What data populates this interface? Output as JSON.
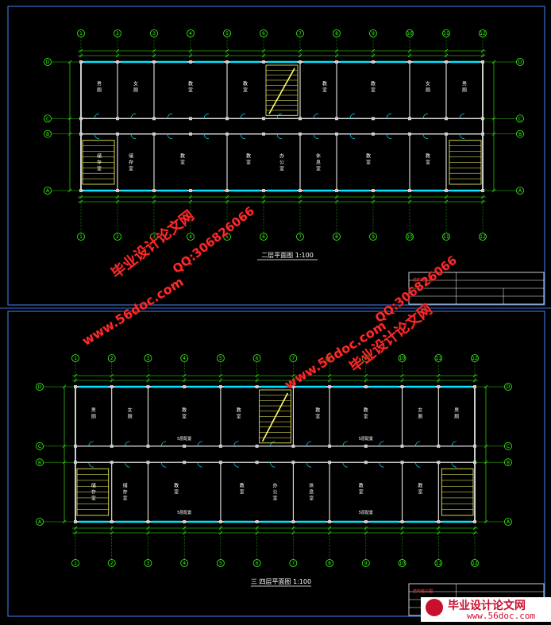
{
  "plans": [
    {
      "title": "二层平面图",
      "scale": "1:100",
      "axes_top": [
        "1",
        "2",
        "3",
        "4",
        "5",
        "6",
        "7",
        "8",
        "9",
        "10",
        "11",
        "12"
      ],
      "axes_side": [
        "D",
        "C",
        "B",
        "A"
      ],
      "rooms_top": [
        "男厕",
        "女厕",
        "教室",
        "教室",
        "教室",
        "教室",
        "女厕",
        "男厕"
      ],
      "rooms_bottom": [
        "储存室",
        "教室",
        "教室",
        "办公室",
        "休息室",
        "教室",
        "教室",
        "储存室"
      ]
    },
    {
      "title": "三 四层平面图",
      "scale": "1:100",
      "axes_top": [
        "1",
        "2",
        "3",
        "4",
        "5",
        "6",
        "7",
        "8",
        "9",
        "10",
        "11",
        "12"
      ],
      "axes_side": [
        "D",
        "C",
        "B",
        "A"
      ],
      "rooms_top": [
        "男厕",
        "女厕",
        "教室",
        "教室",
        "教室",
        "教室",
        "女厕",
        "男厕"
      ],
      "rooms_bottom": [
        "储存室",
        "教室",
        "教室",
        "办公室",
        "休息室",
        "教室",
        "教室",
        "储存室"
      ],
      "room_tag": "5层配置"
    }
  ],
  "title_block_text": "结构施工图",
  "watermarks": {
    "site": "毕业设计论文网",
    "url": "www.56doc.com",
    "qq": "QQ:306826066"
  },
  "footer": {
    "brand": "毕业设计论文网",
    "url": "www.56doc.com"
  },
  "colors": {
    "background": "#000000",
    "frame": "#3a6fd1",
    "wall": "#ffffff",
    "window": "#00e5ff",
    "dimension": "#39ff14",
    "stair": "#ffff66",
    "watermark": "#ff2a2a"
  }
}
